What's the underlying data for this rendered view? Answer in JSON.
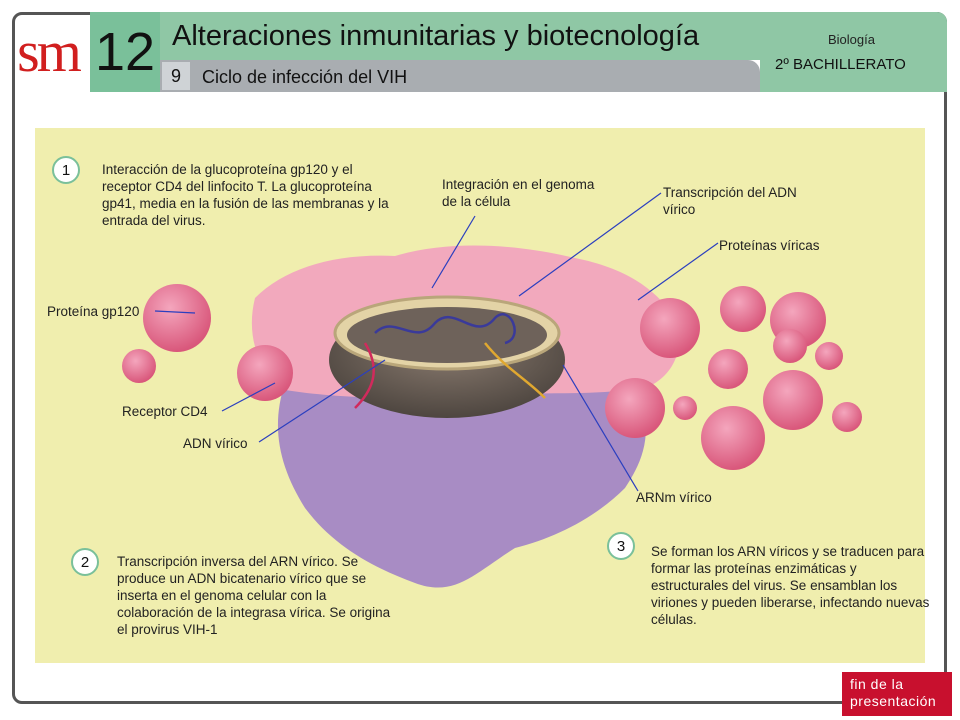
{
  "header": {
    "logo": "sm",
    "chapter_number": "12",
    "title": "Alteraciones inmunitarias y biotecnología",
    "section_number": "9",
    "section_title": "Ciclo de infección del VIH",
    "subject": "Biología",
    "course": "2º BACHILLERATO"
  },
  "steps": [
    {
      "number": "1",
      "text": "Interacción de la glucoproteína gp120 y el receptor CD4 del linfocito T. La glucoproteína gp41, media en la fusión de las membranas y la entrada del virus."
    },
    {
      "number": "2",
      "text": "Transcripción inversa del ARN vírico. Se produce un ADN bicatenario vírico que se inserta en el genoma celular con la colaboración de la integrasa vírica. Se origina el provirus VIH-1"
    },
    {
      "number": "3",
      "text": "Se forman los ARN víricos y se traducen para formar las proteínas enzimáticas y estructurales del virus. Se ensamblan los viriones y pueden liberarse, infectando nuevas células."
    }
  ],
  "labels": {
    "integration": "Integración en el genoma de la célula",
    "transcription": "Transcripción del ADN vírico",
    "viral_proteins": "Proteínas víricas",
    "gp120": "Proteína gp120",
    "cd4": "Receptor CD4",
    "viral_dna": "ADN vírico",
    "viral_mrna": "ARNm vírico"
  },
  "footer": {
    "end_button": "fin de la presentación"
  },
  "colors": {
    "accent_green": "#8fc7a5",
    "brand_red": "#d11f1f",
    "panel_yellow": "#f0eeae",
    "end_button_red": "#c8102e"
  }
}
